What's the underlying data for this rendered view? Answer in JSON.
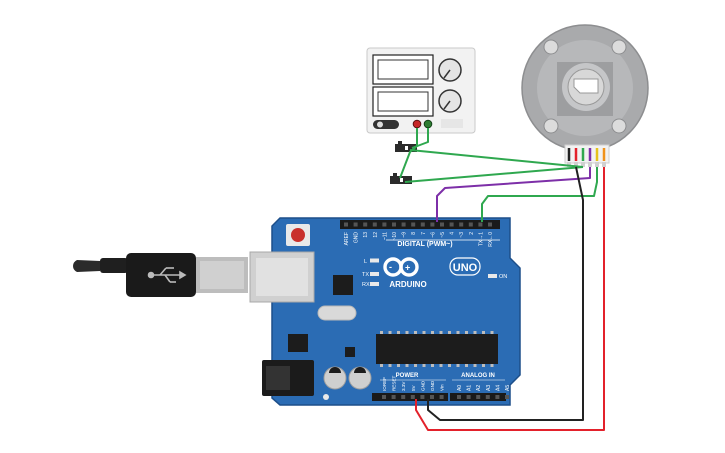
{
  "board": {
    "brand": "ARDUINO",
    "model": "UNO",
    "digital_header": "DIGITAL (PWM~)",
    "power_label": "POWER",
    "analog_label": "ANALOG IN",
    "on_label": "ON",
    "l_label": "L",
    "tx_label": "TX",
    "rx_label": "RX",
    "top_pins": [
      "AREF",
      "GND",
      "13",
      "12",
      "~11",
      "~10",
      "~9",
      "8",
      "7",
      "~6",
      "~5",
      "4",
      "~3",
      "2",
      "TX→1",
      "RX←0"
    ],
    "power_pins": [
      "IOREF",
      "RESET",
      "3.3V",
      "5V",
      "GND",
      "GND",
      "Vin"
    ],
    "analog_pins": [
      "A0",
      "A1",
      "A2",
      "A3",
      "A4",
      "A5"
    ]
  },
  "wire_colors": {
    "green": "#2fa84f",
    "purple": "#7d2fa8",
    "black": "#222222",
    "red": "#e3212b",
    "orange": "#f0921b",
    "yellow": "#e5c21c",
    "blue": "#2f5fd0"
  },
  "colors": {
    "board": "#2b6cb4",
    "board_dark": "#1d4f8a",
    "usb_metal": "#c8c8c8",
    "motor_body": "#a9aaac"
  }
}
